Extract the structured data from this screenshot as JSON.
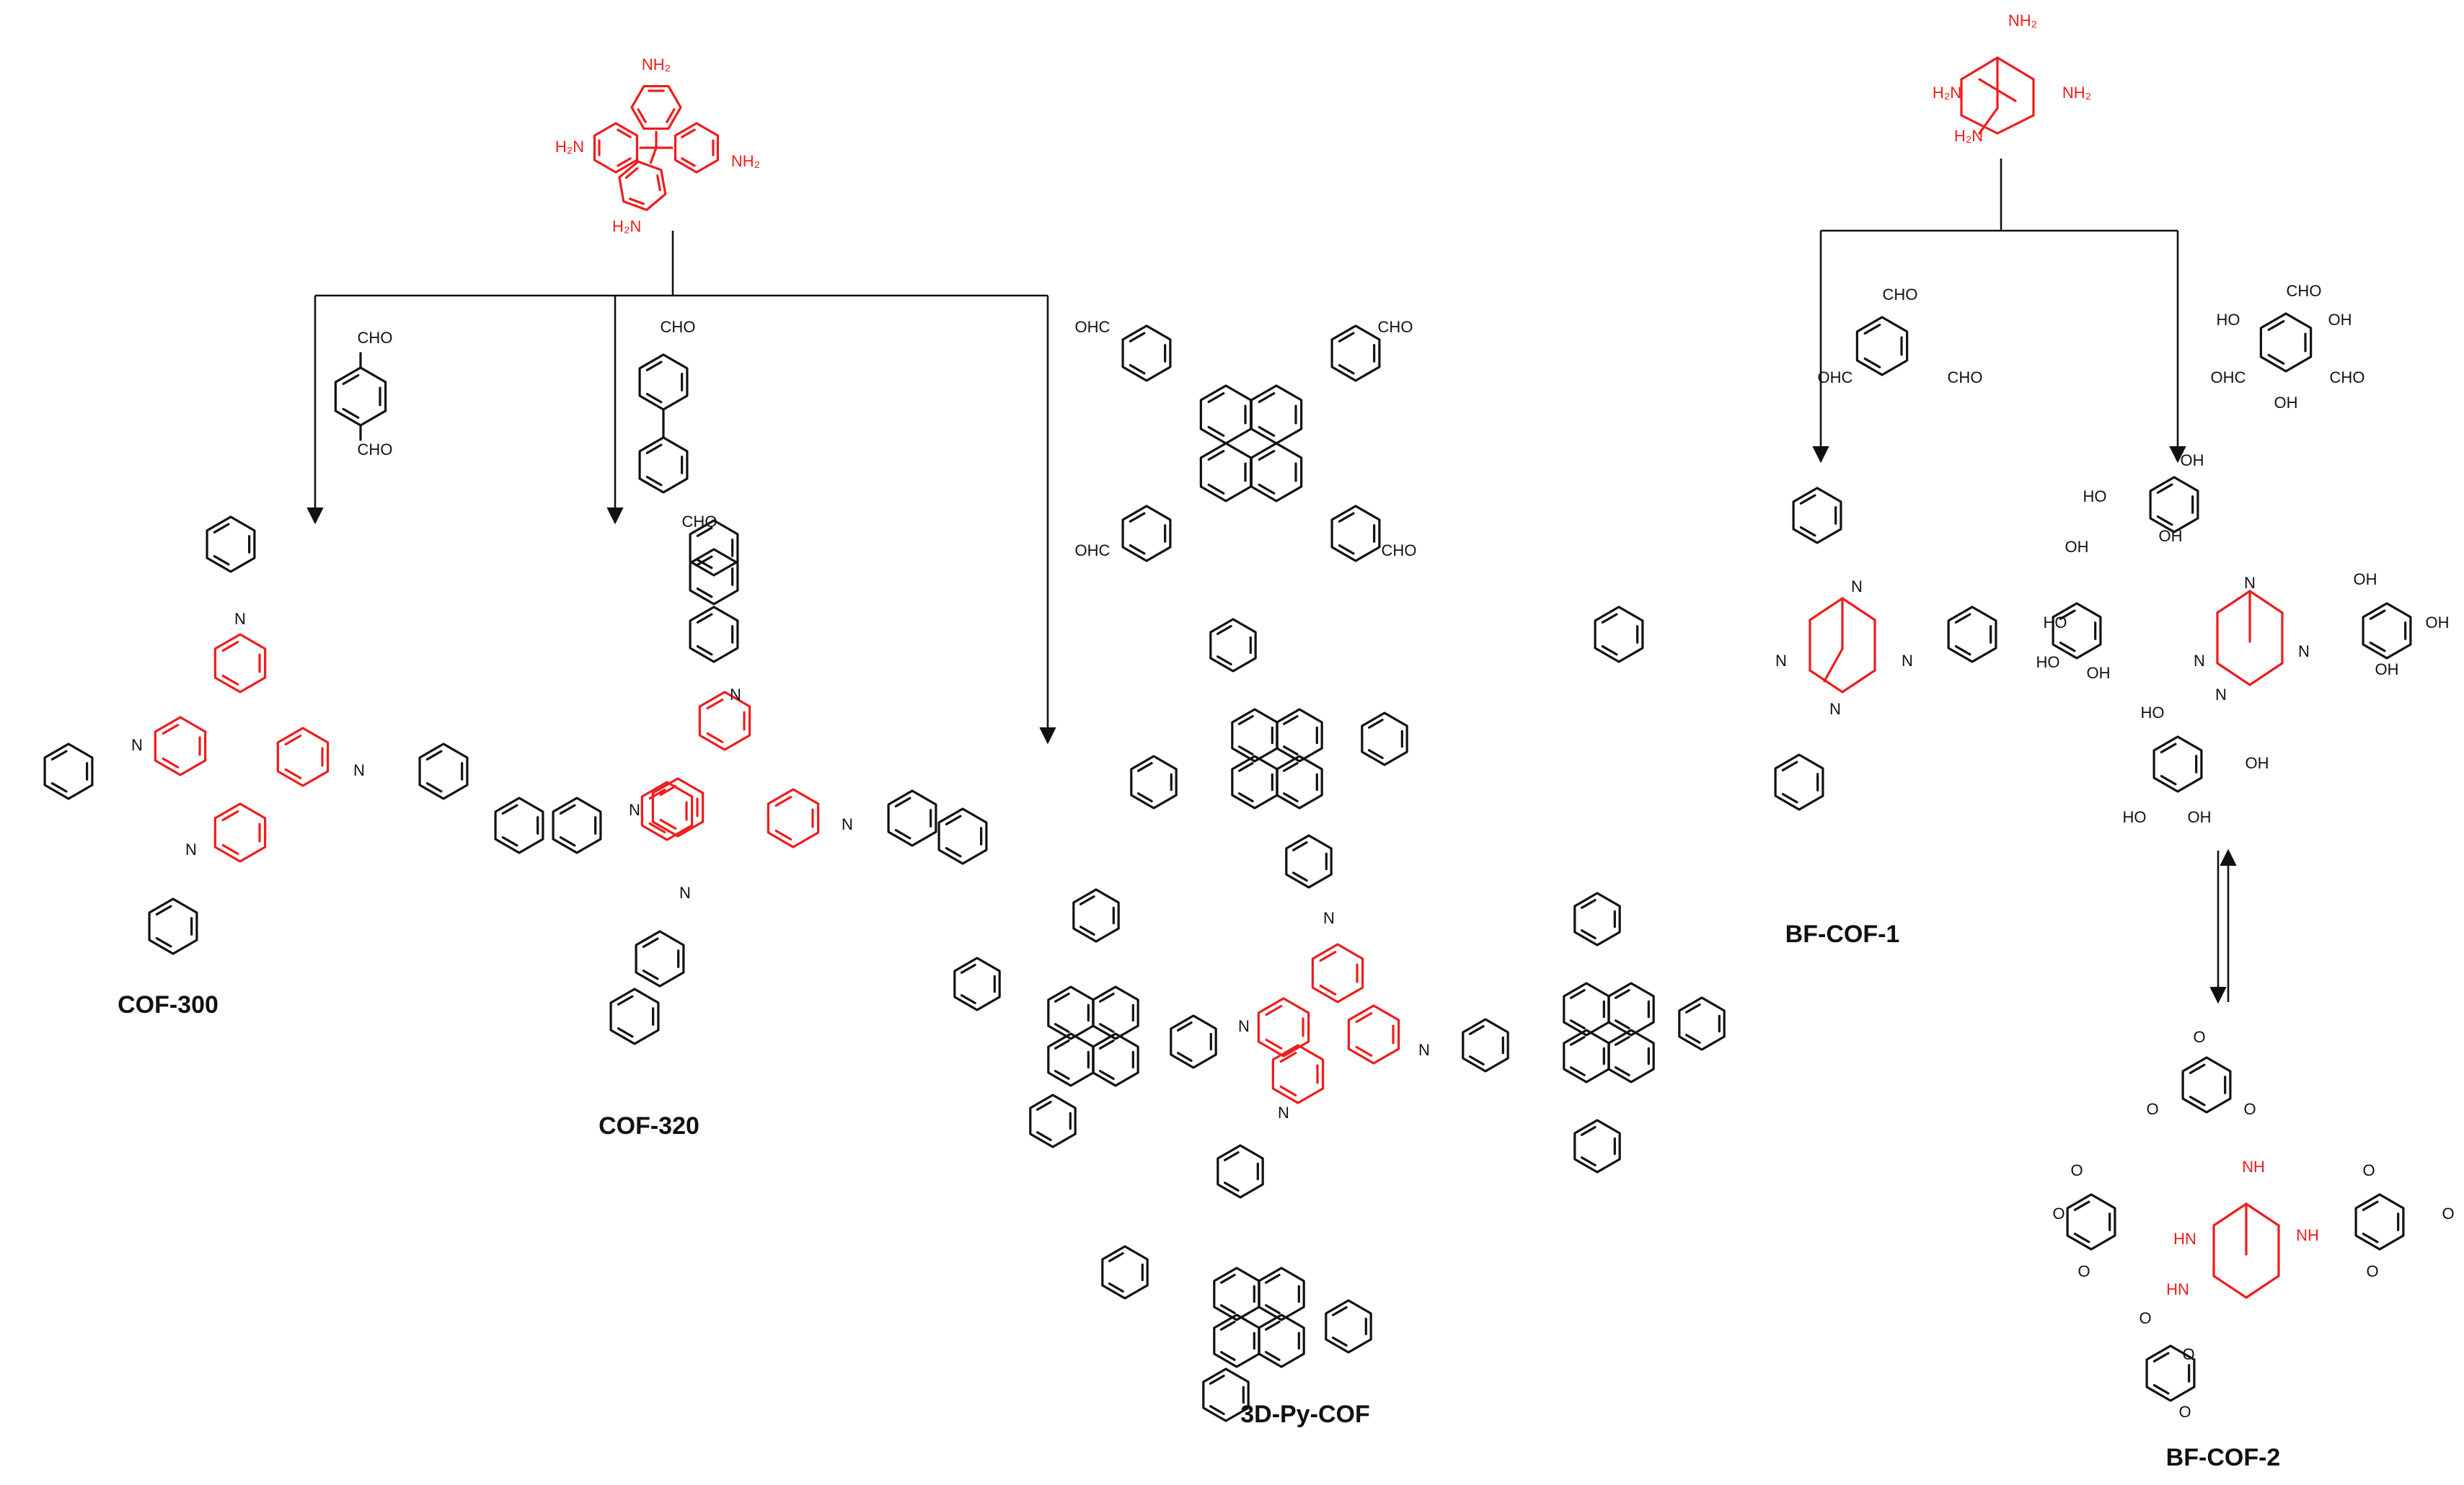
{
  "atom_labels": {
    "nh2": "NH₂",
    "h2n": "H₂N",
    "cho": "CHO",
    "ohc": "OHC",
    "oh": "OH",
    "ho": "HO",
    "n": "N",
    "nh": "NH",
    "hn": "HN",
    "o": "O"
  },
  "products": {
    "cof300": "COF-300",
    "cof320": "COF-320",
    "py_cof": "3D-Py-COF",
    "bf_cof1": "BF-COF-1",
    "bf_cof2": "BF-COF-2"
  },
  "colors": {
    "amine_node": "#ee1c1c",
    "linker": "#111111",
    "background": "#ffffff"
  }
}
